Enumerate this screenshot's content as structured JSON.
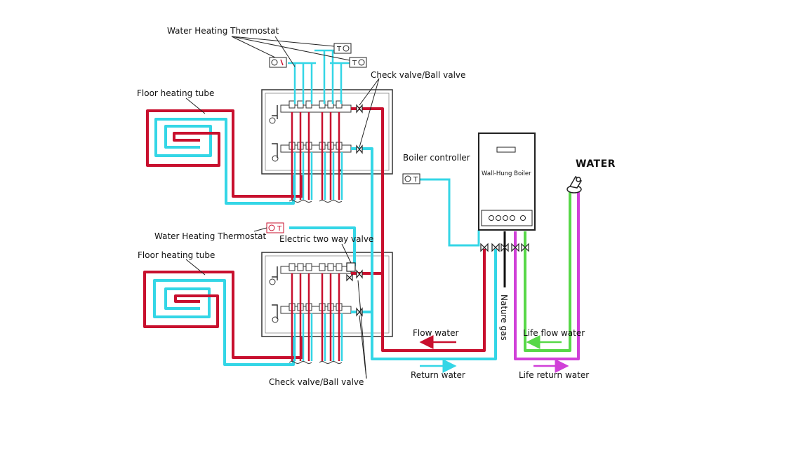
{
  "labels": {
    "thermostat_top": "Water Heating Thermostat",
    "check_valve_top": "Check valve/Ball valve",
    "floor_tube_top": "Floor heating tube",
    "boiler_controller": "Boiler controller",
    "boiler_name": "Wall-Hung Boiler",
    "water": "WATER",
    "thermostat_mid": "Water Heating Thermostat",
    "electric_valve": "Electric two way valve",
    "floor_tube_bottom": "Floor heating tube",
    "nature_gas": "Nature gas",
    "flow_water": "Flow water",
    "life_flow_water": "Life flow water",
    "return_water": "Return water",
    "life_return_water": "Life return water",
    "check_valve_bottom": "Check valve/Ball valve"
  },
  "colors": {
    "flow_pipe": "#c8102e",
    "return_pipe": "#34d6e6",
    "life_flow_pipe": "#58d848",
    "life_return_pipe": "#d040d8",
    "gas_pipe": "#111111",
    "outline": "#222222"
  }
}
